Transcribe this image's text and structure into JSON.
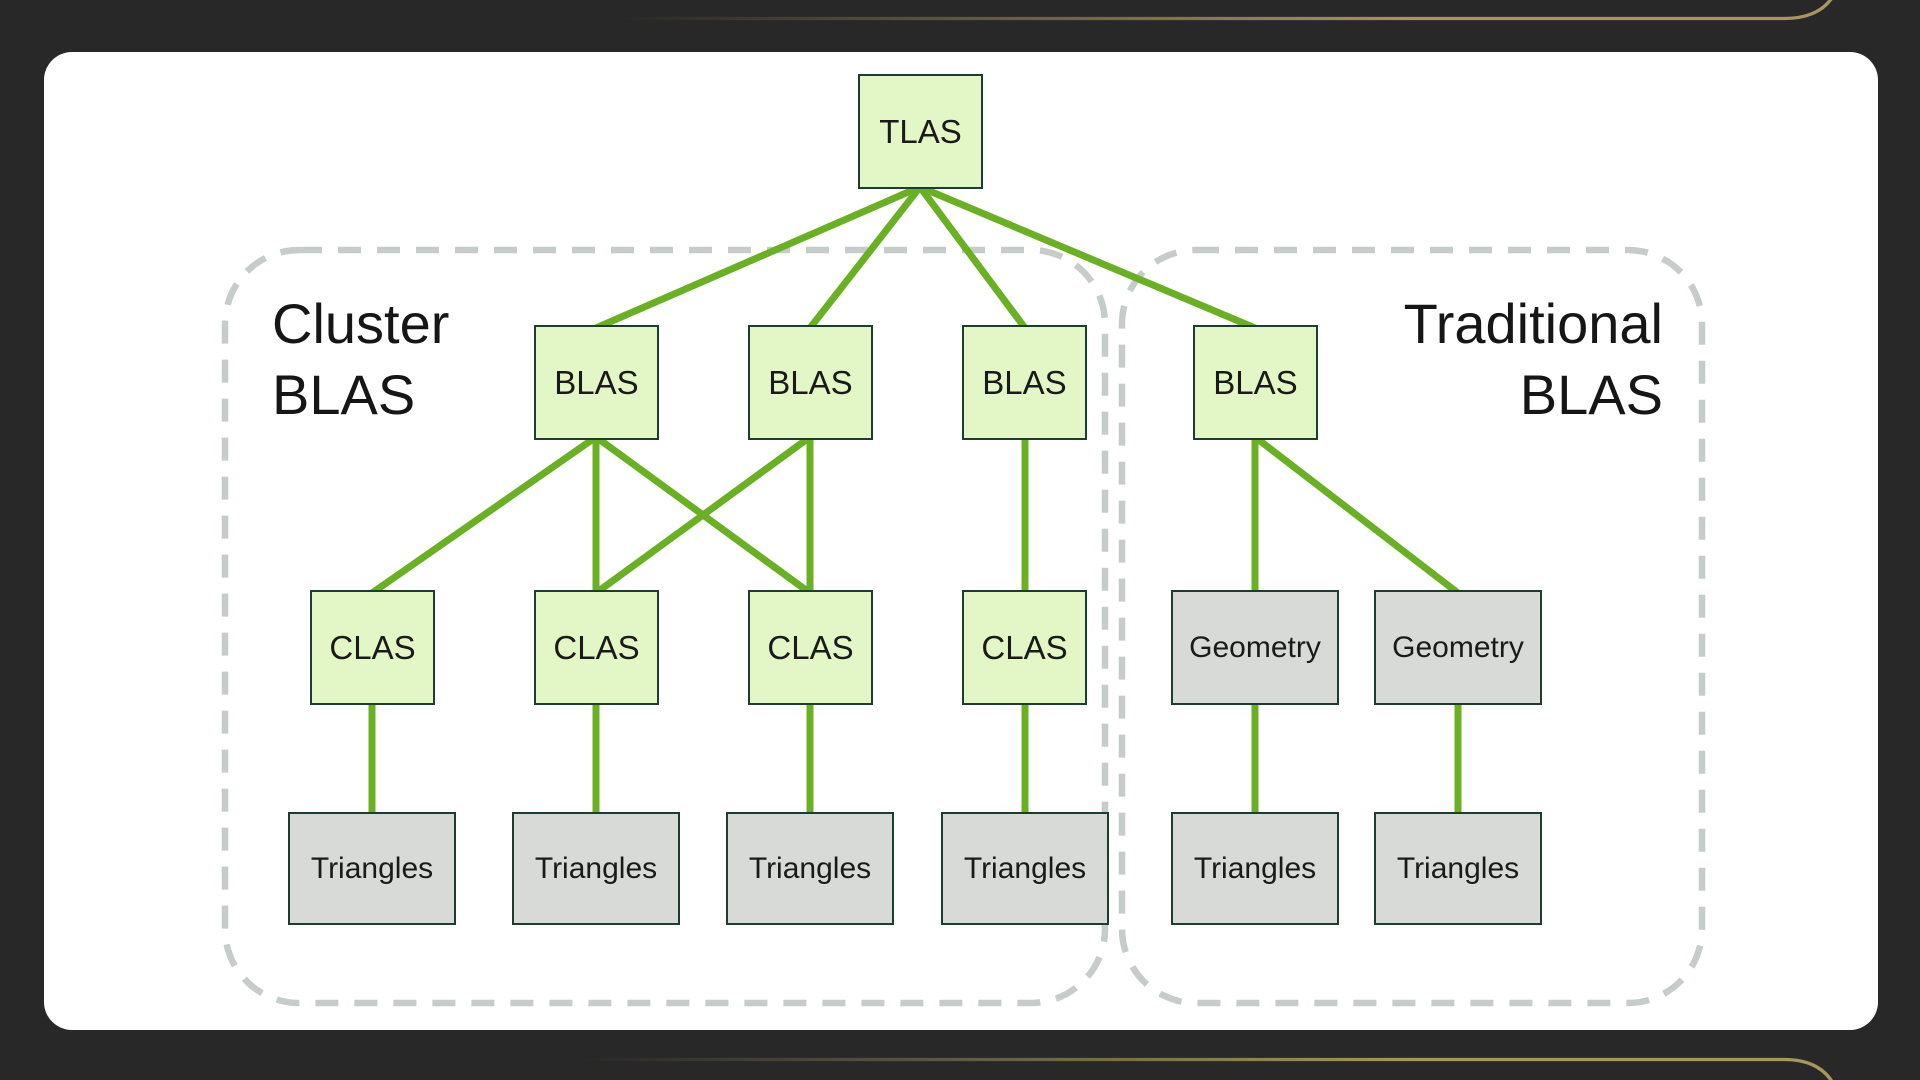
{
  "slide": {
    "background_color": "#282828",
    "accent_line_color": "#a8965f",
    "panel_color": "#ffffff"
  },
  "diagram": {
    "root": {
      "label": "TLAS"
    },
    "groups": {
      "cluster": {
        "title": "Cluster BLAS",
        "title_lines": [
          "Cluster",
          "BLAS"
        ]
      },
      "traditional": {
        "title": "Traditional BLAS",
        "title_lines": [
          "Traditional",
          "BLAS"
        ]
      }
    },
    "nodes": {
      "blas": [
        "BLAS",
        "BLAS",
        "BLAS",
        "BLAS"
      ],
      "clas": [
        "CLAS",
        "CLAS",
        "CLAS",
        "CLAS"
      ],
      "geometry": [
        "Geometry",
        "Geometry"
      ],
      "triangles": [
        "Triangles",
        "Triangles",
        "Triangles",
        "Triangles",
        "Triangles",
        "Triangles"
      ]
    },
    "edges": [
      "TLAS-BLAS1",
      "TLAS-BLAS2",
      "TLAS-BLAS3",
      "TLAS-BLAS4",
      "BLAS1-CLAS1",
      "BLAS1-CLAS2",
      "BLAS1-CLAS3",
      "BLAS2-CLAS2",
      "BLAS2-CLAS3",
      "BLAS3-CLAS4",
      "BLAS4-Geometry1",
      "BLAS4-Geometry2",
      "CLAS1-Triangles1",
      "CLAS2-Triangles2",
      "CLAS3-Triangles3",
      "CLAS4-Triangles4",
      "Geometry1-Triangles5",
      "Geometry2-Triangles6"
    ],
    "colors": {
      "edge_green": "#6ab023",
      "node_green_fill": "#e3f7c6",
      "node_gray_fill": "#d8dad7",
      "node_border": "#1e3d31",
      "group_dash": "#c6ccc9"
    }
  }
}
